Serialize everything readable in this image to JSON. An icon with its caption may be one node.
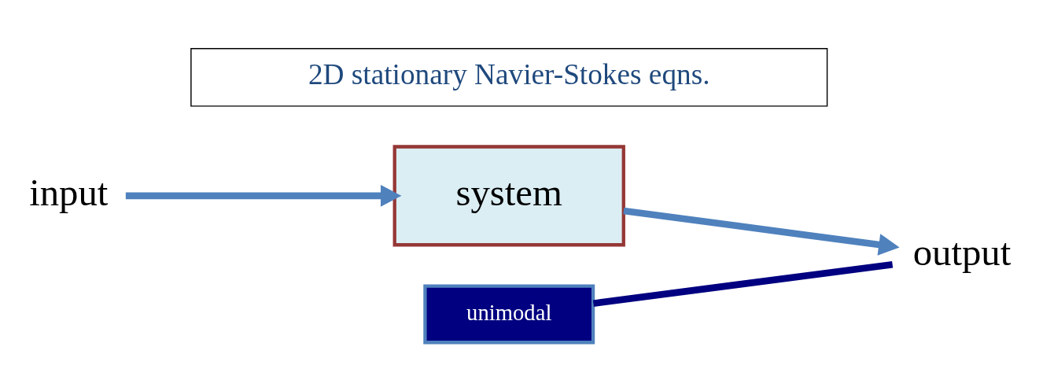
{
  "diagram": {
    "nodes": [
      {
        "text": [
          "2D stationary Navier-Stokes eqns."
        ]
      },
      {
        "text": [
          "input"
        ]
      },
      {
        "text": [
          "system"
        ]
      },
      {
        "text": [
          "output"
        ]
      },
      {
        "text": [
          "unimodal"
        ]
      }
    ],
    "edges": [
      {
        "from": 1,
        "to": 2,
        "arrow": "to"
      },
      {
        "from": 2,
        "to": 3,
        "arrow": "to"
      },
      {
        "from": 4,
        "to": 3,
        "arrow": "none",
        "color": "#000080"
      }
    ]
  }
}
